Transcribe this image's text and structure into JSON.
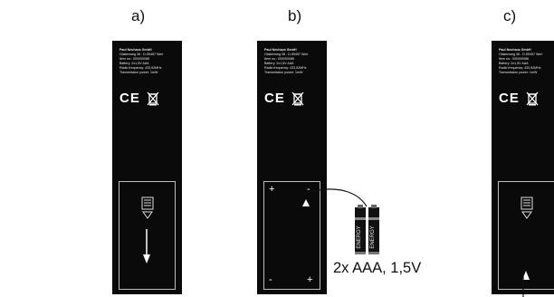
{
  "panels": [
    {
      "label": "a)"
    },
    {
      "label": "b)"
    },
    {
      "label": "c)"
    }
  ],
  "label_text": {
    "company": "Paul Neuhaus GmbH",
    "address": "Olakenweg 36 - D-59457 Werl",
    "item_no": "Item no.: 000000086",
    "battery": "Battery: 2x1,5V AAA",
    "radio_frequency": "Radio frequency: 433,92MHz",
    "transmission_power": "Transmission power: 1mW",
    "ce_mark": "CE"
  },
  "compartment": {
    "top_left": "+",
    "top_right": "-",
    "bottom_left": "-",
    "bottom_right": "+"
  },
  "batteries": {
    "brand": "ENERGY",
    "caption": "2x AAA, 1,5V"
  },
  "colors": {
    "remote_body": "#0a0a0a",
    "outline": "#bdbdbd",
    "background": "#ffffff"
  }
}
